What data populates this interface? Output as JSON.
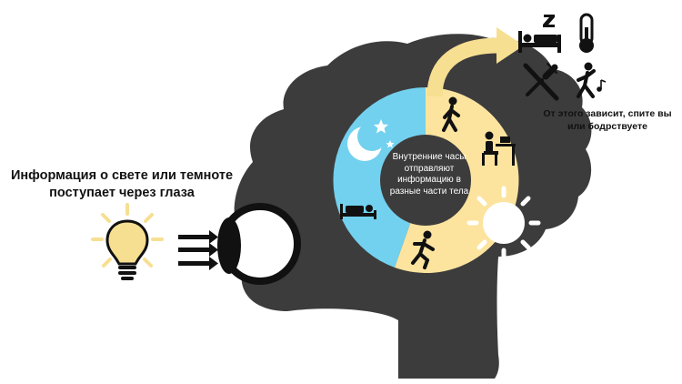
{
  "captions": {
    "light_info": "Информация о свете или темноте поступает через глаза",
    "internal_clock": "Внутренние часы отправляют информацию в разные части тела",
    "effect": "От этого зависит, спите вы или бодрствуете"
  },
  "colors": {
    "brain": "#3d3c3c",
    "night": "#72d1ee",
    "day": "#fce49f",
    "yellow": "#f7df92",
    "ink": "#111111",
    "white": "#ffffff"
  },
  "icons": {
    "light_source": "lightbulb-icon",
    "eye": "eye-icon",
    "night_side": [
      "moon-icon",
      "star-icon",
      "sleeping-person-icon"
    ],
    "day_side": [
      "walking-person-icon",
      "person-at-desk-icon",
      "running-person-icon",
      "sun-icon"
    ],
    "outputs": [
      "bed-sleep-icon",
      "thermometer-icon",
      "fork-knife-icon",
      "dancing-music-icon"
    ]
  }
}
